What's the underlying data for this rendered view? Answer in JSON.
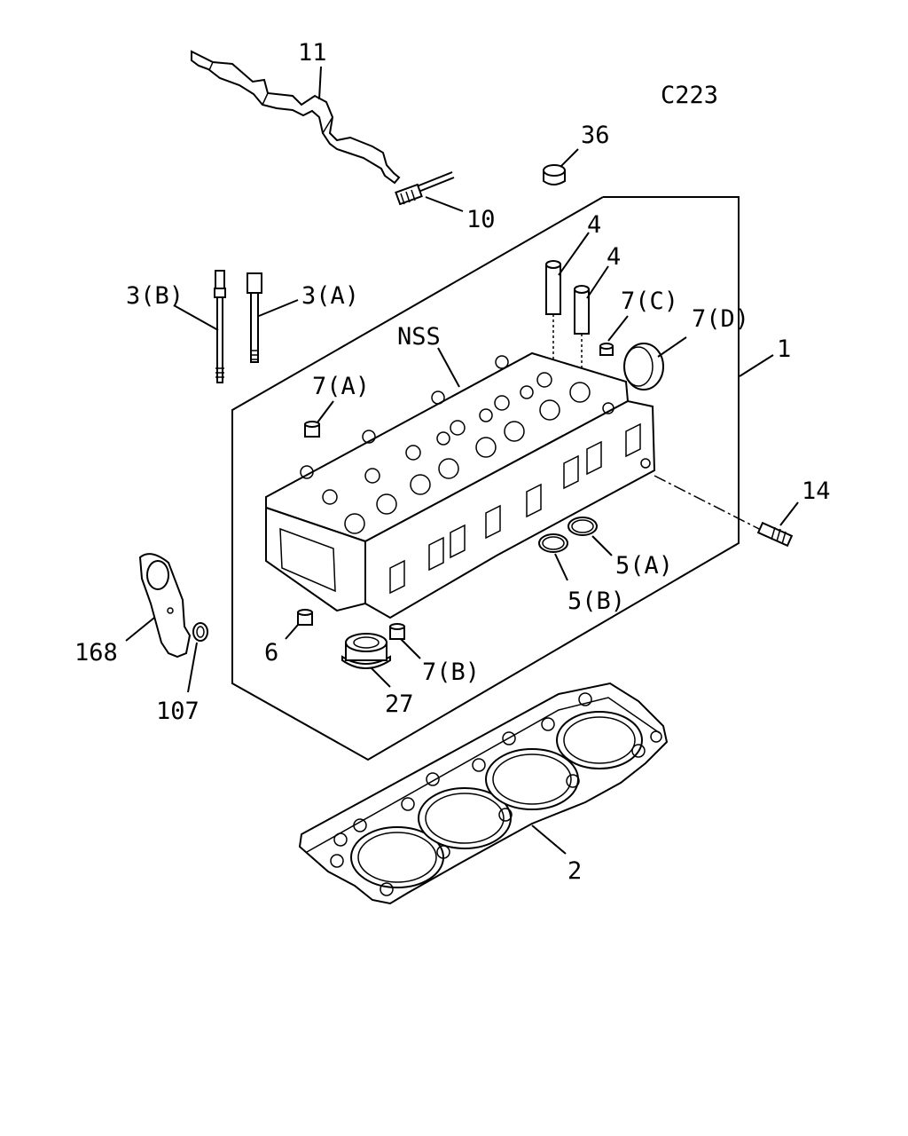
{
  "figure_code": "C223",
  "callouts": {
    "p11": "11",
    "p36": "36",
    "p10": "10",
    "p4a": "4",
    "p4b": "4",
    "p3b": "3(B)",
    "p3a": "3(A)",
    "p7c": "7(C)",
    "p7d": "7(D)",
    "nss": "NSS",
    "p1": "1",
    "p7a": "7(A)",
    "p14": "14",
    "p5a": "5(A)",
    "p5b": "5(B)",
    "p168": "168",
    "p6": "6",
    "p7b": "7(B)",
    "p27": "27",
    "p107": "107",
    "p2": "2"
  }
}
